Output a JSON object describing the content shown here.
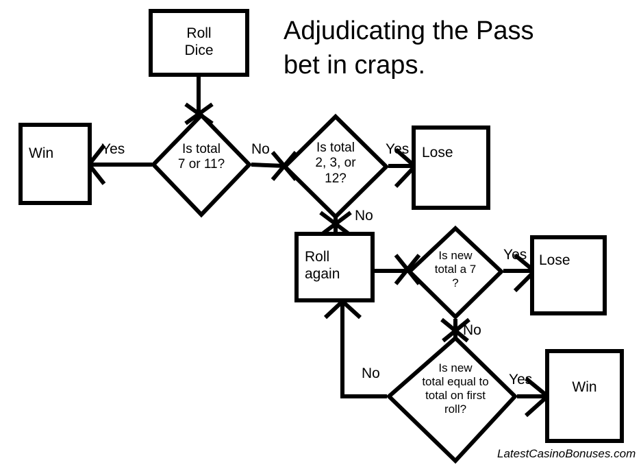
{
  "title": {
    "text": "Adjudicating the Pass\nbet in craps."
  },
  "watermark": {
    "text": "LatestCasinoBonuses.com"
  },
  "colors": {
    "stroke": "#000000",
    "fill": "#ffffff",
    "text": "#000000"
  },
  "nodes": [
    {
      "id": "roll-dice",
      "type": "process",
      "label": "Roll\nDice"
    },
    {
      "id": "win-top",
      "type": "terminal",
      "label": "Win"
    },
    {
      "id": "decision-7-11",
      "type": "decision",
      "label": "Is total\n7 or 11?"
    },
    {
      "id": "decision-2-3-12",
      "type": "decision",
      "label": "Is total\n2, 3, or\n12?"
    },
    {
      "id": "lose-top",
      "type": "terminal",
      "label": "Lose"
    },
    {
      "id": "roll-again",
      "type": "process",
      "label": "Roll\nagain"
    },
    {
      "id": "decision-new-7",
      "type": "decision",
      "label": "Is new\ntotal a 7\n?"
    },
    {
      "id": "lose-mid",
      "type": "terminal",
      "label": "Lose"
    },
    {
      "id": "decision-point",
      "type": "decision",
      "label": "Is new\ntotal equal to\ntotal on first\nroll?"
    },
    {
      "id": "win-bottom",
      "type": "terminal",
      "label": "Win"
    }
  ],
  "edges": [
    {
      "id": "e1",
      "from": "roll-dice",
      "to": "decision-7-11",
      "label": ""
    },
    {
      "id": "e2",
      "from": "decision-7-11",
      "to": "win-top",
      "label": "Yes"
    },
    {
      "id": "e3",
      "from": "decision-7-11",
      "to": "decision-2-3-12",
      "label": "No"
    },
    {
      "id": "e4",
      "from": "decision-2-3-12",
      "to": "lose-top",
      "label": "Yes"
    },
    {
      "id": "e5",
      "from": "decision-2-3-12",
      "to": "roll-again",
      "label": "No"
    },
    {
      "id": "e6",
      "from": "roll-again",
      "to": "decision-new-7",
      "label": ""
    },
    {
      "id": "e7",
      "from": "decision-new-7",
      "to": "lose-mid",
      "label": "Yes"
    },
    {
      "id": "e8",
      "from": "decision-new-7",
      "to": "decision-point",
      "label": "No"
    },
    {
      "id": "e9",
      "from": "decision-point",
      "to": "win-bottom",
      "label": "Yes"
    },
    {
      "id": "e10",
      "from": "decision-point",
      "to": "roll-again",
      "label": "No"
    }
  ]
}
